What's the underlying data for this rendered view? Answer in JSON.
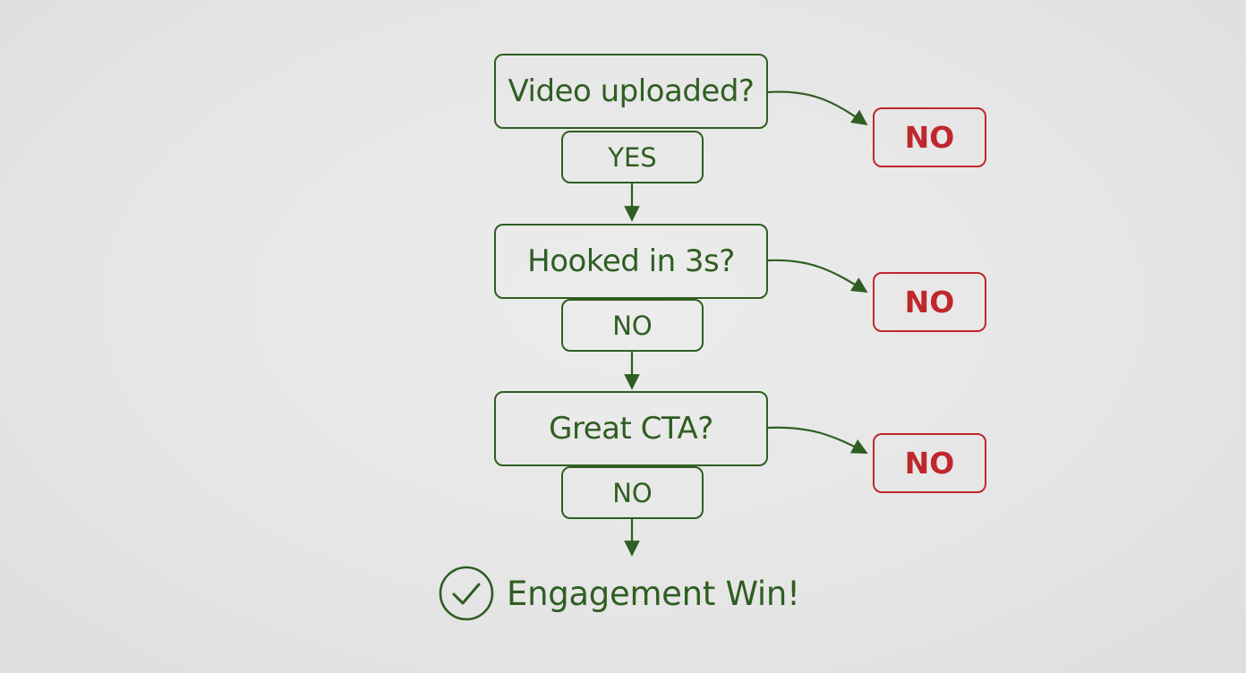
{
  "flowchart": {
    "questions": [
      {
        "label": "Video uploaded?"
      },
      {
        "label": "Hooked in 3s?"
      },
      {
        "label": "Great CTA?"
      }
    ],
    "answers_down": [
      "YES",
      "NO",
      "NO"
    ],
    "answers_side": [
      "NO",
      "NO",
      "NO"
    ],
    "result": {
      "icon": "check-circle-icon",
      "label": "Engagement Win!"
    }
  },
  "colors": {
    "background": "#e6e6e6",
    "flow_green": "#2f5e22",
    "negative_red": "#c0272d"
  }
}
